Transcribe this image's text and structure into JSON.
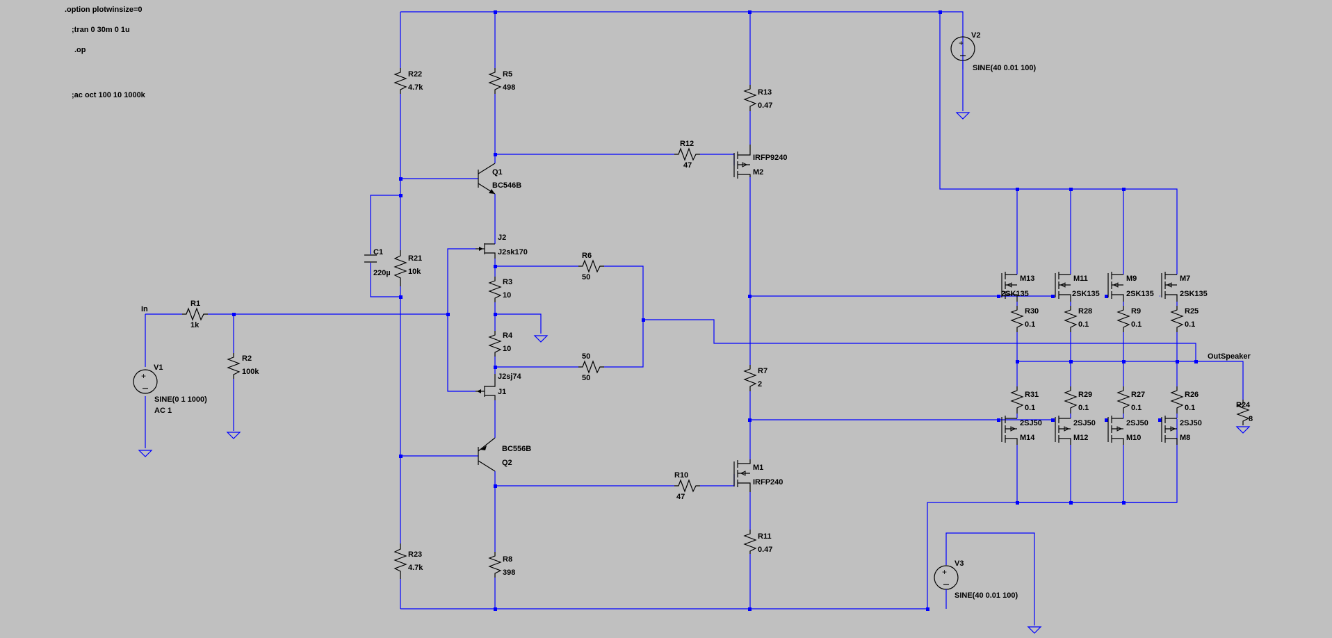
{
  "directives": {
    "plotwinsize": ".option plotwinsize=0",
    "tran": ";tran 0 30m 0 1u",
    "op": ".op",
    "ac": ";ac oct 100 10 1000k"
  },
  "nets": {
    "input": "In",
    "output": "OutSpeaker"
  },
  "components": {
    "R1": {
      "name": "R1",
      "value": "1k"
    },
    "R2": {
      "name": "R2",
      "value": "100k"
    },
    "R3": {
      "name": "R3",
      "value": "10"
    },
    "R4": {
      "name": "R4",
      "value": "10"
    },
    "R5": {
      "name": "R5",
      "value": "498"
    },
    "R6": {
      "name": "R6",
      "value": "50"
    },
    "R6b": {
      "name": "50",
      "value": "50"
    },
    "R7": {
      "name": "R7",
      "value": "2"
    },
    "R8": {
      "name": "R8",
      "value": "398"
    },
    "R9": {
      "name": "R9",
      "value": "0.1"
    },
    "R10": {
      "name": "R10",
      "value": "47"
    },
    "R11": {
      "name": "R11",
      "value": "0.47"
    },
    "R12": {
      "name": "R12",
      "value": "47"
    },
    "R13": {
      "name": "R13",
      "value": "0.47"
    },
    "R21": {
      "name": "R21",
      "value": "10k"
    },
    "R22": {
      "name": "R22",
      "value": "4.7k"
    },
    "R23": {
      "name": "R23",
      "value": "4.7k"
    },
    "R24": {
      "name": "R24",
      "value": "8"
    },
    "R25": {
      "name": "R25",
      "value": "0.1"
    },
    "R26": {
      "name": "R26",
      "value": "0.1"
    },
    "R27": {
      "name": "R27",
      "value": "0.1"
    },
    "R28": {
      "name": "R28",
      "value": "0.1"
    },
    "R29": {
      "name": "R29",
      "value": "0.1"
    },
    "R30": {
      "name": "R30",
      "value": "0.1"
    },
    "R31": {
      "name": "R31",
      "value": "0.1"
    },
    "C1": {
      "name": "C1",
      "value": "220µ"
    },
    "Q1": {
      "name": "Q1",
      "value": "BC546B"
    },
    "Q2": {
      "name": "Q2",
      "value": "BC556B"
    },
    "J1": {
      "name": "J1",
      "value": "J2sj74"
    },
    "J2": {
      "name": "J2",
      "value": "J2sk170"
    },
    "M1": {
      "name": "M1",
      "value": "IRFP240"
    },
    "M2": {
      "name": "M2",
      "value": "IRFP9240"
    },
    "M7": {
      "name": "M7",
      "value": "2SK135"
    },
    "M8": {
      "name": "M8",
      "value": "2SJ50"
    },
    "M9": {
      "name": "M9",
      "value": "2SK135"
    },
    "M10": {
      "name": "M10",
      "value": "2SJ50"
    },
    "M11": {
      "name": "M11",
      "value": "2SK135"
    },
    "M12": {
      "name": "M12",
      "value": "2SJ50"
    },
    "M13": {
      "name": "M13",
      "value": "2SK135"
    },
    "M14": {
      "name": "M14",
      "value": "2SJ50"
    },
    "V1": {
      "name": "V1",
      "value": "SINE(0 1 1000)",
      "extra": "AC 1"
    },
    "V2": {
      "name": "V2",
      "value": "SINE(40 0.01 100)"
    },
    "V3": {
      "name": "V3",
      "value": "SINE(40 0.01 100)"
    }
  },
  "colors": {
    "background": "#c0c0c0",
    "wire": "#0000ff",
    "component": "#000000",
    "text": "#000000"
  }
}
